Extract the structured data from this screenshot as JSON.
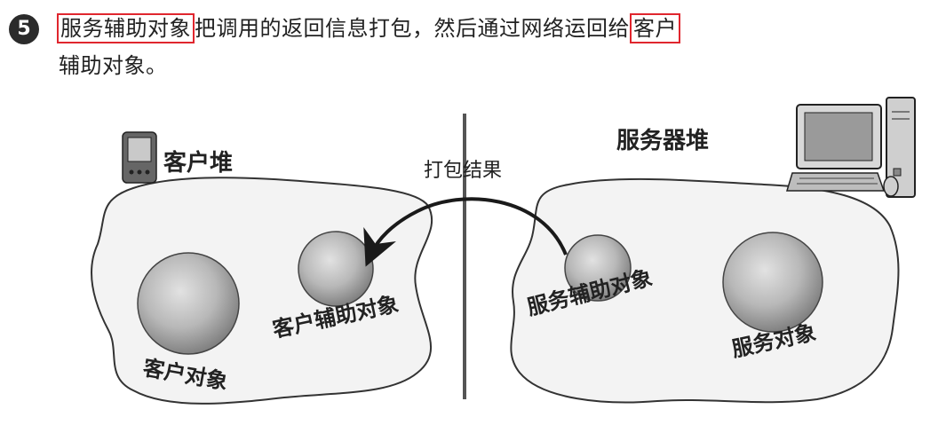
{
  "step": {
    "number": "5",
    "highlight_start": "服务辅助对象",
    "line1_middle": "把调用的返回信息打包，然后通过网络运回给",
    "highlight_end": "客户",
    "line2": "辅助对象。"
  },
  "diagram": {
    "client_heap_label": "客户堆",
    "server_heap_label": "服务器堆",
    "arrow_label": "打包结果",
    "client_object_label": "客户对象",
    "client_helper_label": "客户辅助对象",
    "server_helper_label": "服务辅助对象",
    "service_object_label": "服务对象",
    "highlight_color": "#e0262e",
    "icons": [
      "pda-icon",
      "desktop-computer-icon"
    ]
  }
}
